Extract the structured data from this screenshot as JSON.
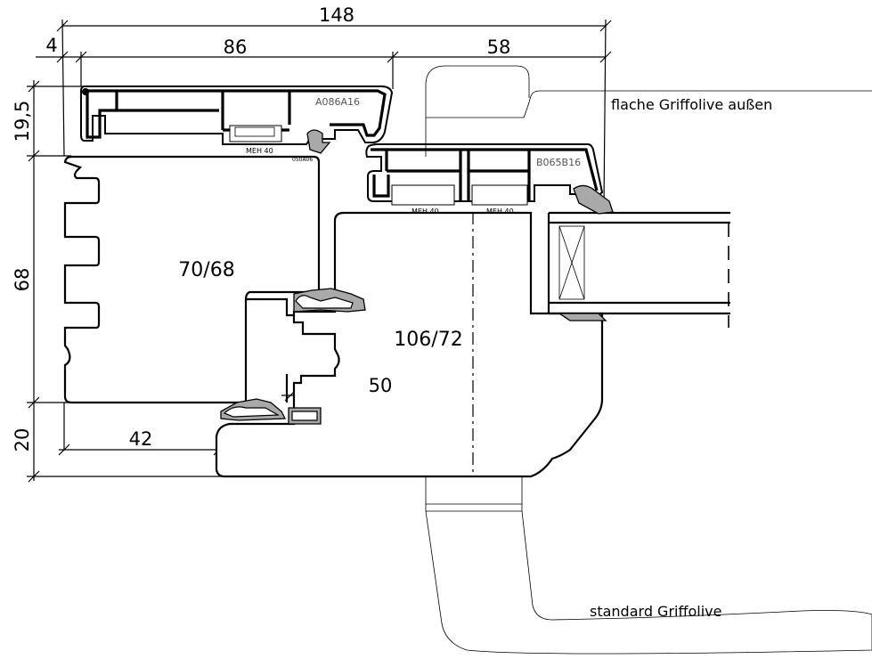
{
  "dimensions": {
    "overall_width": "148",
    "offset_left": "4",
    "cladding_width": "86",
    "sash_cladding_width": "58",
    "cladding_height": "19,5",
    "frame_height": "68",
    "bottom_height": "20",
    "rebate_width": "42",
    "sash_axis": "50"
  },
  "profiles": {
    "frame_section": "70/68",
    "sash_section": "106/72",
    "frame_cladding_code": "A086A16",
    "sash_cladding_code": "B065B16",
    "clip_label_frame": "MEH 40",
    "clip_label_sash_1": "MEH 40",
    "clip_label_sash_2": "MEH 40",
    "small_code": "050A06"
  },
  "handles": {
    "flat_handle": "flache Griffolive außen",
    "standard_handle": "standard Griffolive"
  }
}
